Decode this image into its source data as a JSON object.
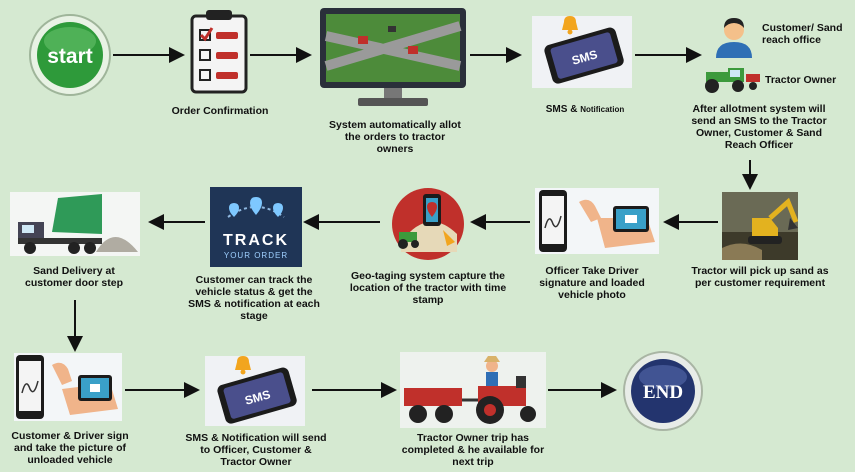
{
  "steps": {
    "start": {
      "label": "start"
    },
    "order": {
      "label": "Order Confirmation"
    },
    "allot": {
      "label": "System automatically allot the orders to tractor owners"
    },
    "sms": {
      "label_main": "SMS & ",
      "label_sub": "Notification",
      "phone_text": "SMS"
    },
    "recipients": {
      "customer": "Customer/ Sand reach office",
      "tractor_owner": "Tractor Owner"
    },
    "after_allot": {
      "label": "After allotment system will send an SMS to the Tractor Owner, Customer & Sand Reach Officer"
    },
    "pickup": {
      "label": "Tractor will pick up sand as per customer requirement"
    },
    "officer": {
      "label": "Officer Take Driver signature and loaded vehicle photo"
    },
    "geo": {
      "label": "Geo-taging system capture the location of the tractor with time stamp"
    },
    "track": {
      "label": "Customer can track the vehicle status & get the SMS & notification at each stage",
      "logo_top": "TRACK",
      "logo_bottom": "YOUR ORDER"
    },
    "delivery": {
      "label": "Sand Delivery at customer door step"
    },
    "sign": {
      "label": "Customer & Driver sign and take the picture of unloaded vehicle"
    },
    "sms2": {
      "label": "SMS & Notification will send to Officer, Customer & Tractor Owner",
      "phone_text": "SMS"
    },
    "trip": {
      "label": "Tractor Owner trip has completed & he available for next trip"
    },
    "end": {
      "label": "END"
    }
  },
  "colors": {
    "background": "#d5e9d1",
    "start_green": "#2e9a3a",
    "end_navy": "#23346e",
    "tractor_red": "#c0302b",
    "arrow": "#111111"
  }
}
